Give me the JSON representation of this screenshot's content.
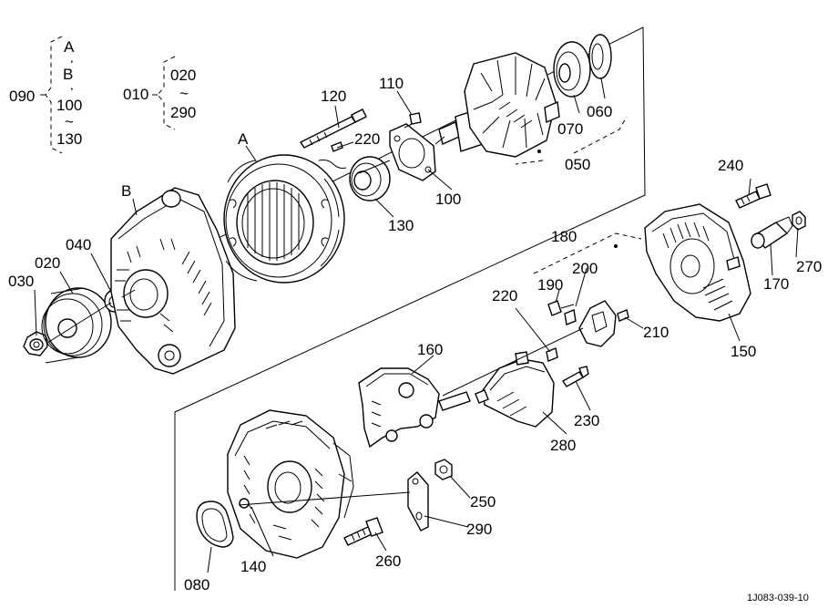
{
  "labels": {
    "p010": "010",
    "p020": "020",
    "p020b": "020",
    "p030": "030",
    "p040": "040",
    "p050": "050",
    "p060": "060",
    "p070": "070",
    "p080": "080",
    "p090": "090",
    "p100": "100",
    "p100b": "100",
    "p110": "110",
    "p120": "120",
    "p130": "130",
    "p130b": "130",
    "p140": "140",
    "p150": "150",
    "p160": "160",
    "p170": "170",
    "p180": "180",
    "p190": "190",
    "p200": "200",
    "p210": "210",
    "p220a": "220",
    "p220b": "220",
    "p230": "230",
    "p240": "240",
    "p250": "250",
    "p260": "260",
    "p270": "270",
    "p280": "280",
    "p290": "290",
    "p290b": "290",
    "refA": "A",
    "refA2": "A",
    "refB": "B",
    "refB2": "B",
    "tilde1": "~",
    "tilde2": "~",
    "dot1": "·",
    "dot2": "·"
  },
  "footer": {
    "drawing_id": "1J083-039-10"
  }
}
